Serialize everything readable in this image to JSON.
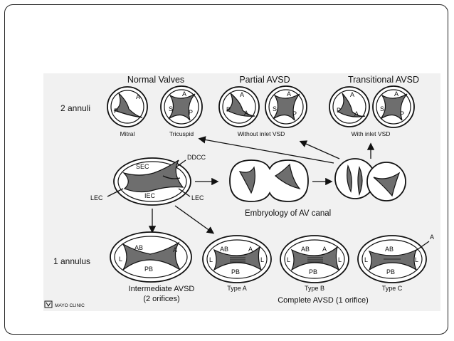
{
  "headings": {
    "normal_valves": "Normal Valves",
    "partial_avsd": "Partial AVSD",
    "transitional_avsd": "Transitional AVSD",
    "embryology": "Embryology of AV canal",
    "intermediate_avsd": "Intermediate AVSD",
    "intermediate_sub": "(2 orifices)",
    "complete_avsd": "Complete AVSD (1 orifice)"
  },
  "row_labels": {
    "two_annuli": "2 annuli",
    "one_annulus": "1 annulus"
  },
  "captions": {
    "mitral": "Mitral",
    "tricuspid": "Tricuspid",
    "without_inlet_vsd": "Without inlet VSD",
    "with_inlet_vsd": "With inlet VSD",
    "type_a": "Type A",
    "type_b": "Type B",
    "type_c": "Type C"
  },
  "leaflets": {
    "a": "A",
    "p": "P",
    "s": "S",
    "l": "L",
    "ab": "AB",
    "pb": "PB"
  },
  "embryo_labels": {
    "sec": "SEC",
    "iec": "IEC",
    "lec": "LEC",
    "ddcc": "DDCC"
  },
  "logo": {
    "text": "MAYO CLINIC"
  }
}
